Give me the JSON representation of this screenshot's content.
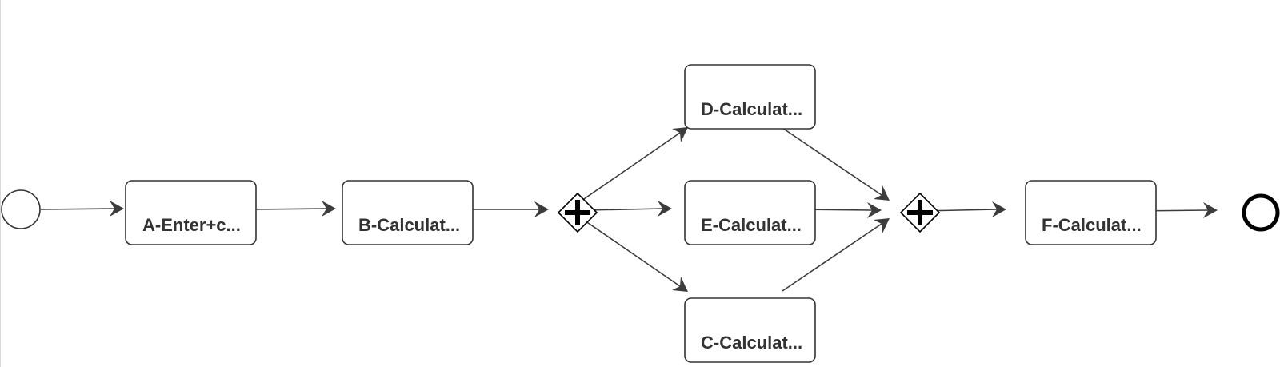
{
  "diagram": {
    "type": "bpmn-process",
    "tasks": [
      {
        "id": "A",
        "label": "A-Enter+c..."
      },
      {
        "id": "B",
        "label": "B-Calculat..."
      },
      {
        "id": "D",
        "label": "D-Calculat..."
      },
      {
        "id": "E",
        "label": "E-Calculat..."
      },
      {
        "id": "C",
        "label": "C-Calculat..."
      },
      {
        "id": "F",
        "label": "F-Calculat..."
      }
    ],
    "gateways": [
      {
        "id": "split",
        "kind": "parallel"
      },
      {
        "id": "join",
        "kind": "parallel"
      }
    ],
    "events": [
      {
        "id": "start",
        "kind": "start"
      },
      {
        "id": "end",
        "kind": "end"
      }
    ],
    "flows": [
      [
        "start",
        "A"
      ],
      [
        "A",
        "B"
      ],
      [
        "B",
        "split"
      ],
      [
        "split",
        "D"
      ],
      [
        "split",
        "E"
      ],
      [
        "split",
        "C"
      ],
      [
        "D",
        "join"
      ],
      [
        "E",
        "join"
      ],
      [
        "C",
        "join"
      ],
      [
        "join",
        "F"
      ],
      [
        "F",
        "end"
      ]
    ],
    "colors": {
      "stroke": "#333333",
      "flow": "#3c3c3c",
      "gateway": "#000000",
      "fill": "#ffffff"
    }
  }
}
